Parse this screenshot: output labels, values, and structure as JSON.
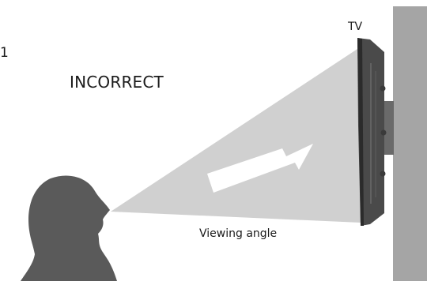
{
  "step_number": "1",
  "status_label": "INCORRECT",
  "tv_label": "TV",
  "viewing_angle_label": "Viewing angle",
  "colors": {
    "viewing_cone": "#d0d0d0",
    "arrow": "#ffffff",
    "wall": "#a5a5a5",
    "tv_body": "#4a4a4a",
    "tv_screen": "#2b2b2b",
    "silhouette": "#5a5a5a",
    "text": "#1a1a1a"
  },
  "icons": {
    "viewer": "person-silhouette-icon",
    "direction": "right-arrow-icon",
    "television": "tv-side-view-icon"
  }
}
